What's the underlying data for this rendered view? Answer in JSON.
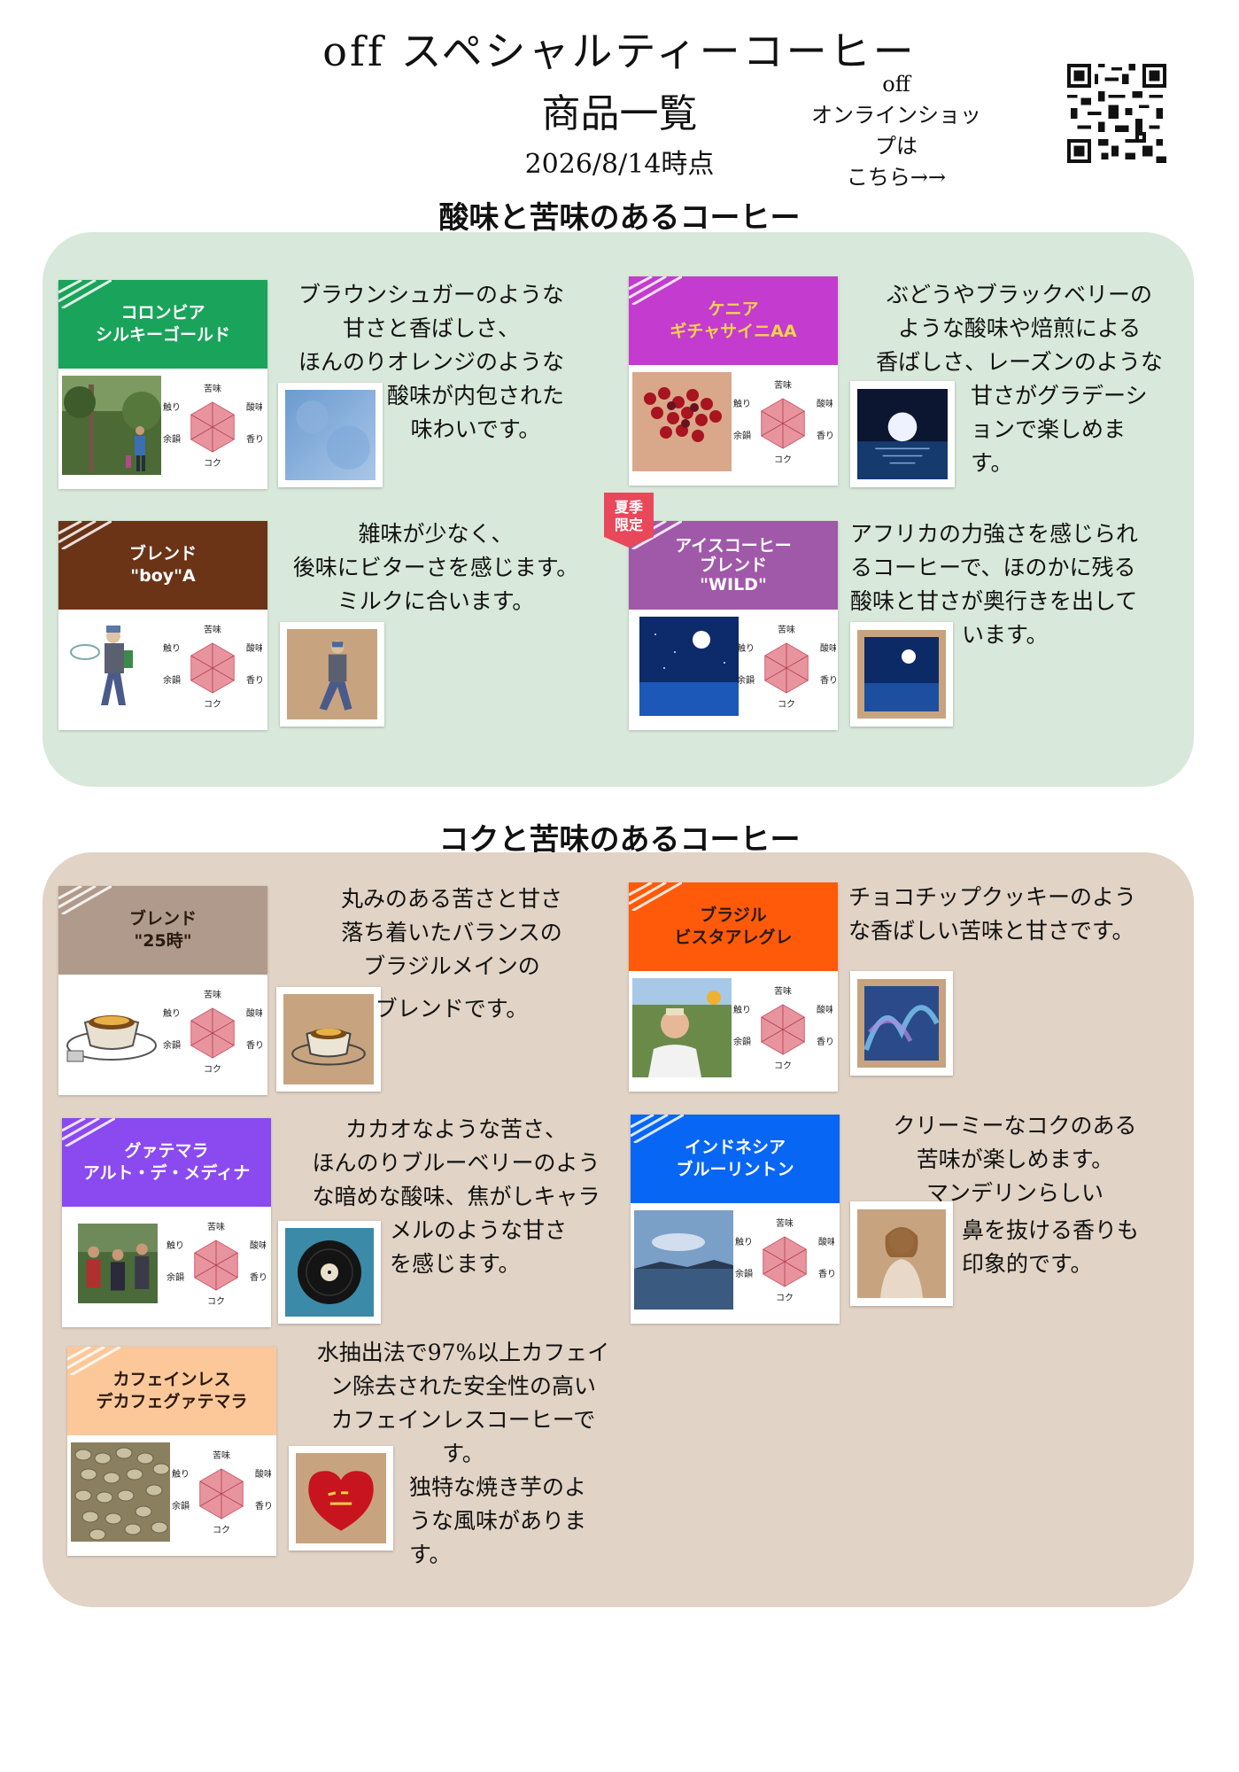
{
  "header": {
    "title": "off  スペシャルティーコーヒー",
    "subtitle": "商品一覧",
    "date": "2026/8/14時点",
    "shop_line1": "off",
    "shop_line2": "オンラインショップは",
    "shop_line3": "こちら→→"
  },
  "radar_labels": {
    "top": "苦味",
    "right_up": "酸味",
    "right_down": "香り",
    "bottom": "コク",
    "left_down": "余韻",
    "left_up": "舌触り"
  },
  "section1": {
    "heading": "酸味と苦味のあるコーヒー",
    "color": "#d8e8da",
    "items": [
      {
        "name1": "コロンビア",
        "name2": "シルキーゴールド",
        "head_color": "#1aa35a",
        "desc": [
          "ブラウンシュガーのような",
          "甘さと香ばしさ、",
          "ほんのりオレンジのような",
          "酸味が内包された",
          "味わいです。"
        ]
      },
      {
        "name1": "ケニア",
        "name2": "ギチャサイニAA",
        "head_color": "#c43bcf",
        "name_color": "#f4d24a",
        "desc": [
          "ぶどうやブラックベリーの",
          "ような酸味や焙煎による",
          "香ばしさ、レーズンのような",
          "甘さがグラデーシ",
          "ョンで楽しめま",
          "す。"
        ]
      },
      {
        "name1": "ブレンド",
        "name2": "\"boy\"A",
        "head_color": "#6b3417",
        "desc": [
          "雑味が少なく、",
          "後味にビターさを感じます。",
          "ミルクに合います。"
        ]
      },
      {
        "name1": "アイスコーヒー",
        "name2": "ブレンド",
        "name3": "\"WILD\"",
        "head_color": "#a058a8",
        "badge1": "夏季",
        "badge2": "限定",
        "desc": [
          "アフリカの力強さを感じられ",
          "るコーヒーで、ほのかに残る",
          "酸味と甘さが奥行きを出して",
          "います。"
        ]
      }
    ]
  },
  "section2": {
    "heading": "コクと苦味のあるコーヒー",
    "color": "#e1d3c5",
    "items": [
      {
        "name1": "ブレンド",
        "name2": "\"25時\"",
        "head_color": "#b09a8c",
        "name_color": "#2a1a10",
        "desc": [
          "丸みのある苦さと甘さ",
          "落ち着いたバランスの",
          "ブラジルメインの",
          "ブレンドです。"
        ]
      },
      {
        "name1": "ブラジル",
        "name2": "ビスタアレグレ",
        "head_color": "#ff5a0a",
        "name_color": "#2a1a10",
        "desc": [
          "チョコチップクッキーのよう",
          "な香ばしい苦味と甘さです。"
        ]
      },
      {
        "name1": "グァテマラ",
        "name2": "アルト・デ・メディナ",
        "head_color": "#8b49f0",
        "desc": [
          "カカオなような苦さ、",
          "ほんのりブルーベリーのよう",
          "な暗めな酸味、焦がしキャラ",
          "メルのような甘さ",
          "を感じます。"
        ]
      },
      {
        "name1": "インドネシア",
        "name2": "ブルーリントン",
        "head_color": "#0866f5",
        "desc": [
          "クリーミーなコクのある",
          "苦味が楽しめます。",
          "マンデリンらしい",
          "鼻を抜ける香りも",
          "印象的です。"
        ]
      },
      {
        "name1": "カフェインレス",
        "name2": "デカフェグァテマラ",
        "head_color": "#fcc89a",
        "name_color": "#2a1a10",
        "desc": [
          "水抽出法で97%以上カフェイ",
          "ン除去された安全性の高い",
          "カフェインレスコーヒーで",
          "す。",
          "独特な焼き芋のよ",
          "うな風味がありま",
          "す。"
        ]
      }
    ]
  }
}
